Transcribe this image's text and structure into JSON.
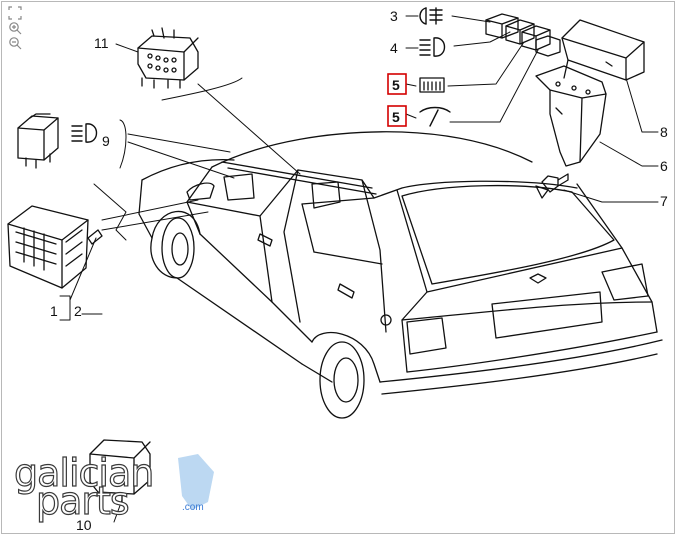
{
  "toolbar": {
    "tools": [
      {
        "name": "fit-to-screen-icon"
      },
      {
        "name": "zoom-in-icon"
      },
      {
        "name": "zoom-out-icon"
      }
    ]
  },
  "diagram": {
    "highlight_color": "#d40000",
    "callouts": {
      "c1": "1",
      "c2": "2",
      "c3": "3",
      "c4": "4",
      "c5a": "5",
      "c5b": "5",
      "c6": "6",
      "c7": "7",
      "c8": "8",
      "c9": "9",
      "c10": "10",
      "c11": "11"
    },
    "symbols": [
      "rear-fog-lamp-icon",
      "headlamp-icon",
      "rear-defroster-icon",
      "wiper-icon",
      "main-beam-icon"
    ]
  },
  "watermark": {
    "line1": "galician",
    "line2": "parts",
    "domain": ".com",
    "accent_color": "#bcd8f2"
  }
}
